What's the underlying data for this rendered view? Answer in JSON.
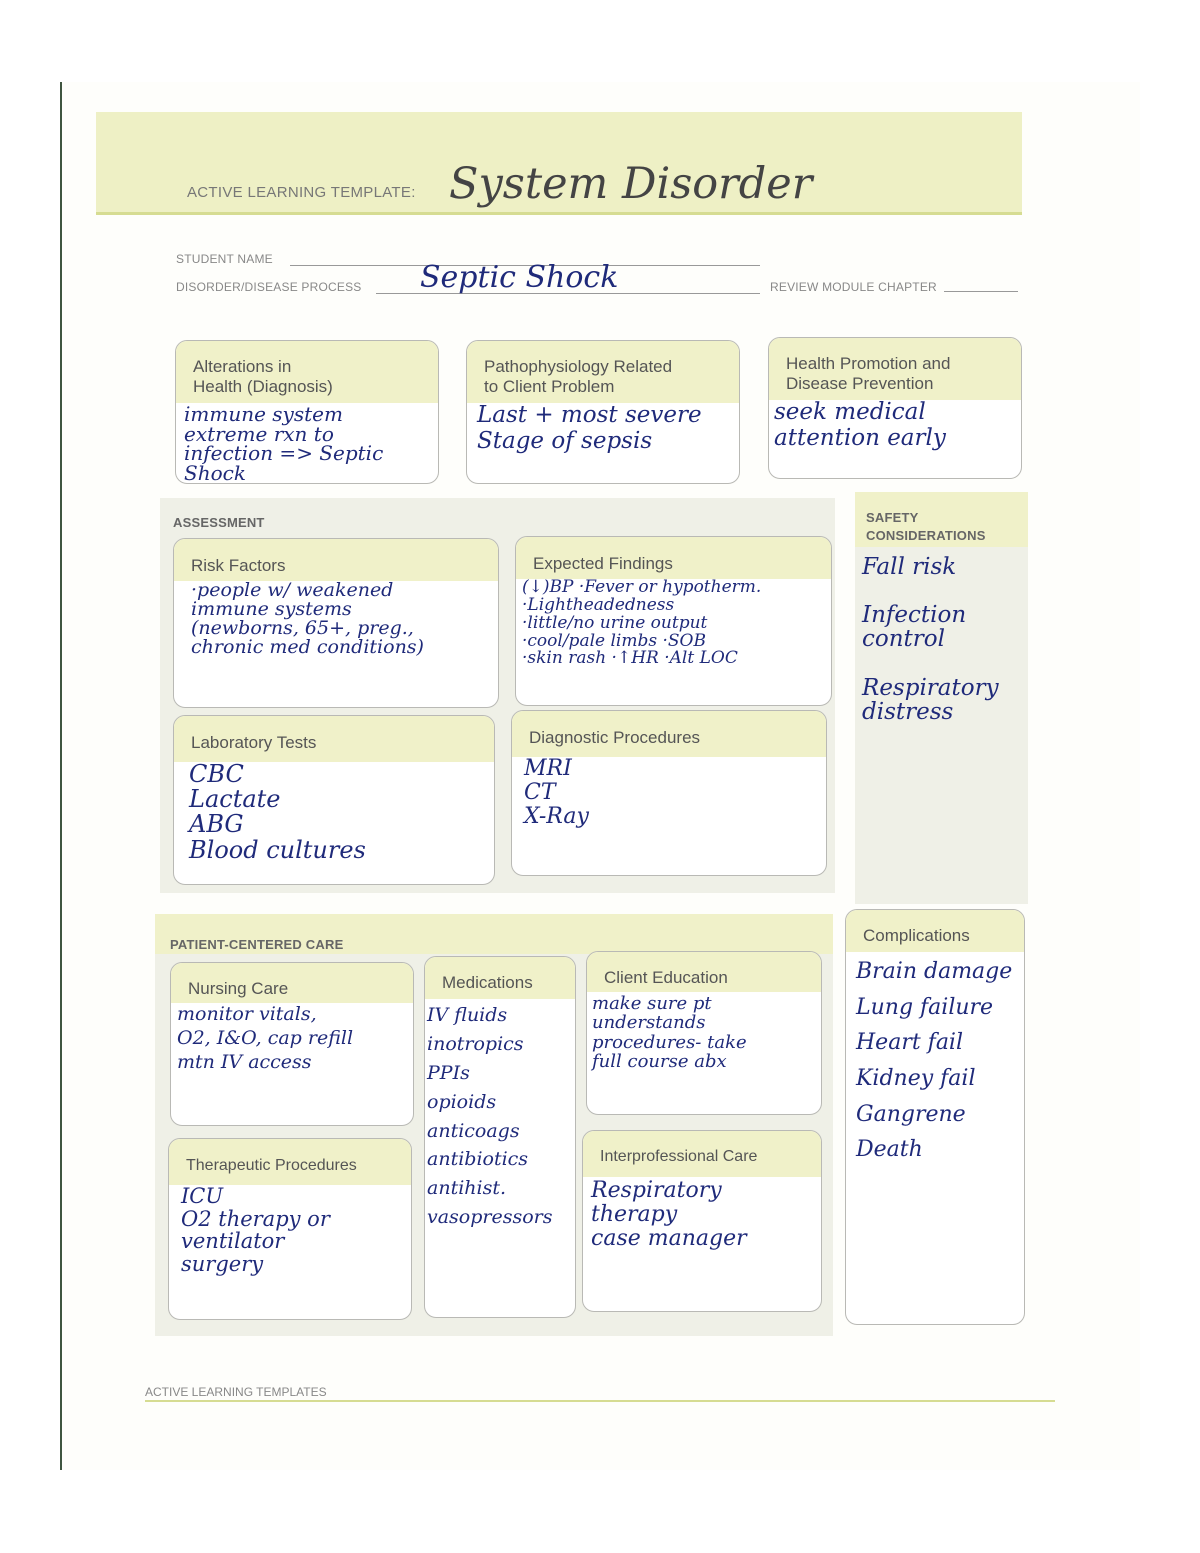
{
  "header": {
    "template_label": "ACTIVE LEARNING TEMPLATE:",
    "template_title": "System Disorder"
  },
  "fields": {
    "student_name_label": "STUDENT NAME",
    "student_name_value": "",
    "disorder_label": "DISORDER/DISEASE PROCESS",
    "disorder_value": "Septic Shock",
    "review_label": "REVIEW MODULE CHAPTER",
    "review_value": ""
  },
  "top_boxes": {
    "alterations": {
      "title": "Alterations in\nHealth (Diagnosis)",
      "text": "immune system\nextreme rxn to\ninfection => Septic\nShock"
    },
    "pathophysiology": {
      "title": "Pathophysiology Related\nto Client Problem",
      "text": "Last + most severe\nStage of sepsis"
    },
    "health_promotion": {
      "title": "Health Promotion and\nDisease Prevention",
      "text": "seek medical\nattention early"
    }
  },
  "assessment": {
    "section_label": "ASSESSMENT",
    "risk_factors": {
      "title": "Risk Factors",
      "text": "·people w/ weakened\n immune systems\n (newborns, 65+, preg.,\n  chronic med conditions)"
    },
    "expected_findings": {
      "title": "Expected Findings",
      "text": "(↓)BP ·Fever or hypotherm.\n·Lightheadedness\n·little/no urine output\n·cool/pale limbs  ·SOB\n·skin rash ·↑HR ·Alt LOC"
    },
    "laboratory_tests": {
      "title": "Laboratory Tests",
      "text": "CBC\nLactate\nABG\nBlood cultures"
    },
    "diagnostic_procedures": {
      "title": "Diagnostic Procedures",
      "text": "MRI\nCT\nX-Ray"
    }
  },
  "safety": {
    "section_label": "SAFETY\nCONSIDERATIONS",
    "text": "Fall risk\n\nInfection\n  control\n\nRespiratory\n  distress"
  },
  "patient_centered_care": {
    "section_label": "PATIENT-CENTERED CARE",
    "nursing_care": {
      "title": "Nursing Care",
      "text": "monitor vitals,\n O2, I&O, cap refill\nmtn IV access"
    },
    "medications": {
      "title": "Medications",
      "text": "IV fluids\ninotropics\nPPIs\nopioids\nanticoags\nantibiotics\nantihist.\nvasopressors"
    },
    "client_education": {
      "title": "Client Education",
      "text": "make sure pt\nunderstands\nprocedures- take\nfull course abx"
    },
    "therapeutic_procedures": {
      "title": "Therapeutic Procedures",
      "text": "ICU\nO2 therapy or\n  ventilator\nsurgery"
    },
    "interprofessional_care": {
      "title": "Interprofessional Care",
      "text": "Respiratory\n therapy\ncase manager"
    }
  },
  "complications": {
    "title": "Complications",
    "text": "Brain damage\nLung failure\nHeart fail\nKidney fail\nGangrene\nDeath"
  },
  "footer": {
    "label": "ACTIVE LEARNING TEMPLATES"
  }
}
